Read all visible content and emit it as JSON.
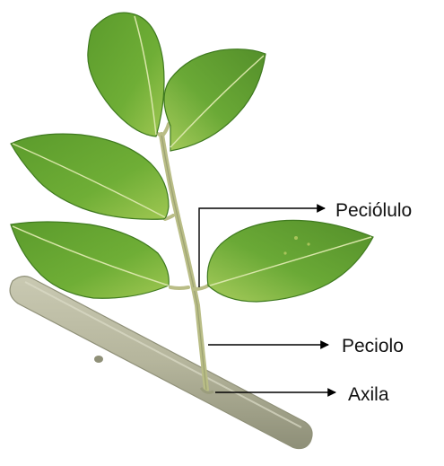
{
  "labels": {
    "petiolule": "Peciólulo",
    "petiole": "Peciolo",
    "axil": "Axila"
  },
  "colors": {
    "leaf_dark": "#4e8f2a",
    "leaf_mid": "#6fae36",
    "leaf_light": "#a9cf5a",
    "vein": "#d8e6a8",
    "petiole": "#b9bd86",
    "branch": "#b8b8a0",
    "branch_shadow": "#8e8f78",
    "arrow": "#000000"
  }
}
